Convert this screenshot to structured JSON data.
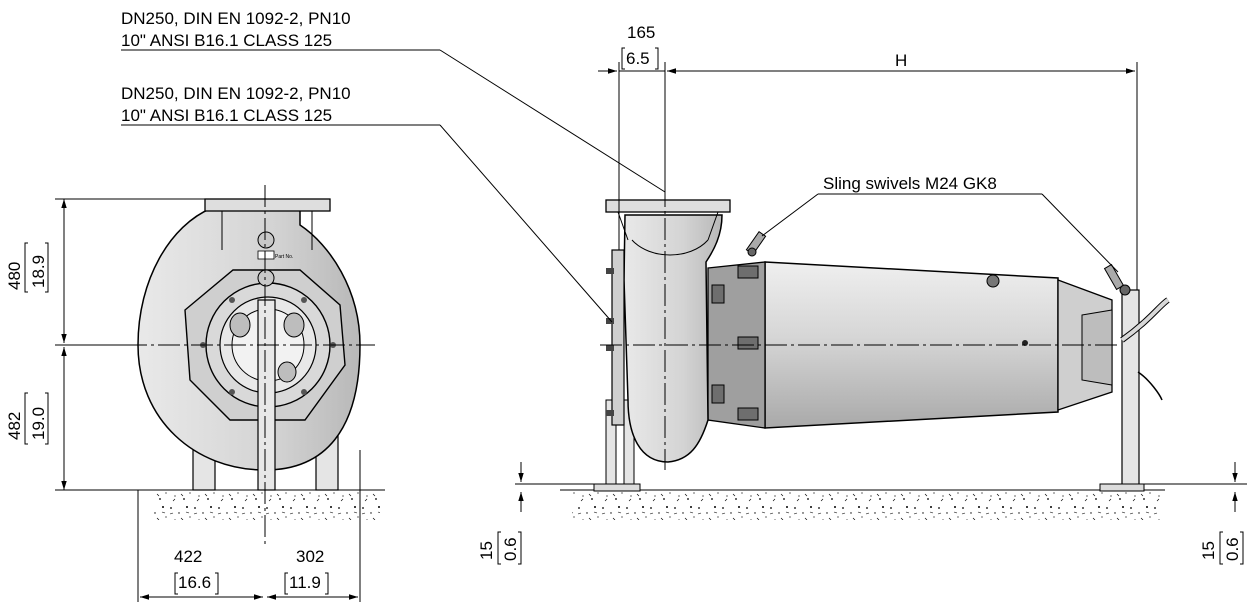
{
  "annotations": {
    "flange_upper": {
      "line1": "DN250, DIN EN 1092-2, PN10",
      "line2": "10\" ANSI B16.1 CLASS 125"
    },
    "flange_lower": {
      "line1": "DN250, DIN EN 1092-2, PN10",
      "line2": "10\" ANSI B16.1 CLASS 125"
    },
    "sling": "Sling swivels M24 GK8",
    "plate_text": "Part No."
  },
  "dimensions": {
    "top_offset": {
      "mm": "165",
      "in": "6.5"
    },
    "length": {
      "label": "H"
    },
    "upper_height": {
      "mm": "480",
      "in": "18.9"
    },
    "lower_height": {
      "mm": "482",
      "in": "19.0"
    },
    "left_width": {
      "mm": "422",
      "in": "16.6"
    },
    "right_width": {
      "mm": "302",
      "in": "11.9"
    },
    "foot_left": {
      "mm": "15",
      "in": "0.6"
    },
    "foot_right": {
      "mm": "15",
      "in": "0.6"
    }
  },
  "colors": {
    "body_fill": "#dcdcdc",
    "body_dark": "#b4b4b4",
    "line": "#000000"
  }
}
